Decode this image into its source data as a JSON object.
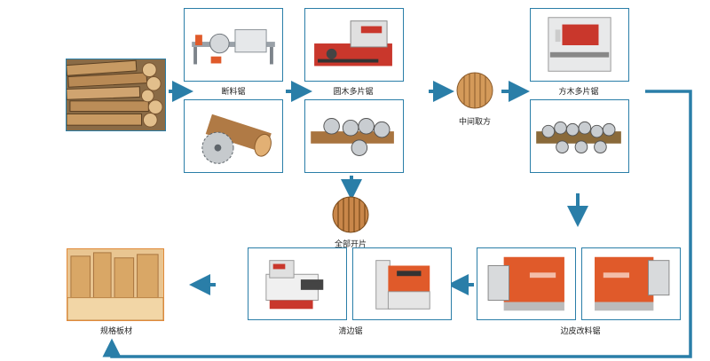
{
  "labels": {
    "cutoff_saw": "断料锯",
    "round_log_multi_rip": "圆木多片锯",
    "center_cant": "中间取方",
    "square_multi_rip": "方木多片锯",
    "full_rip": "全部开片",
    "edge_trim_saw": "边皮改料锯",
    "edger_saw": "清边锯",
    "sized_boards": "规格板材"
  },
  "colors": {
    "frame": "#2a7ea8",
    "arrow": "#2a7ea8",
    "machine_orange": "#e05a2a"
  }
}
